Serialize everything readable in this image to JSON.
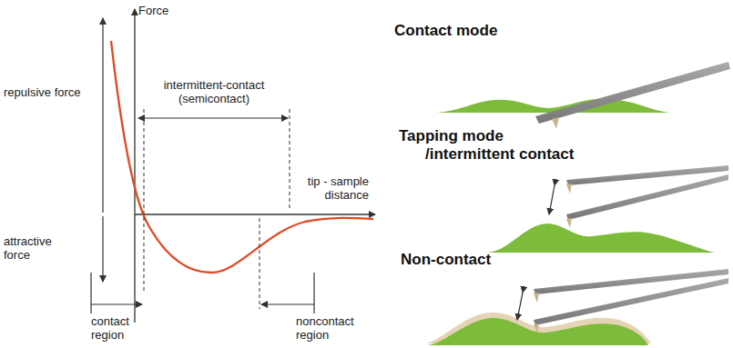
{
  "diagram": {
    "labels": [
      "Force",
      "repulsive force",
      "attractive force",
      "intermittent-contact (semicontact)",
      "tip - sample distance",
      "contact region",
      "noncontact region",
      "Contact mode",
      "Tapping mode /intermittent contact",
      "Non-contact"
    ]
  }
}
